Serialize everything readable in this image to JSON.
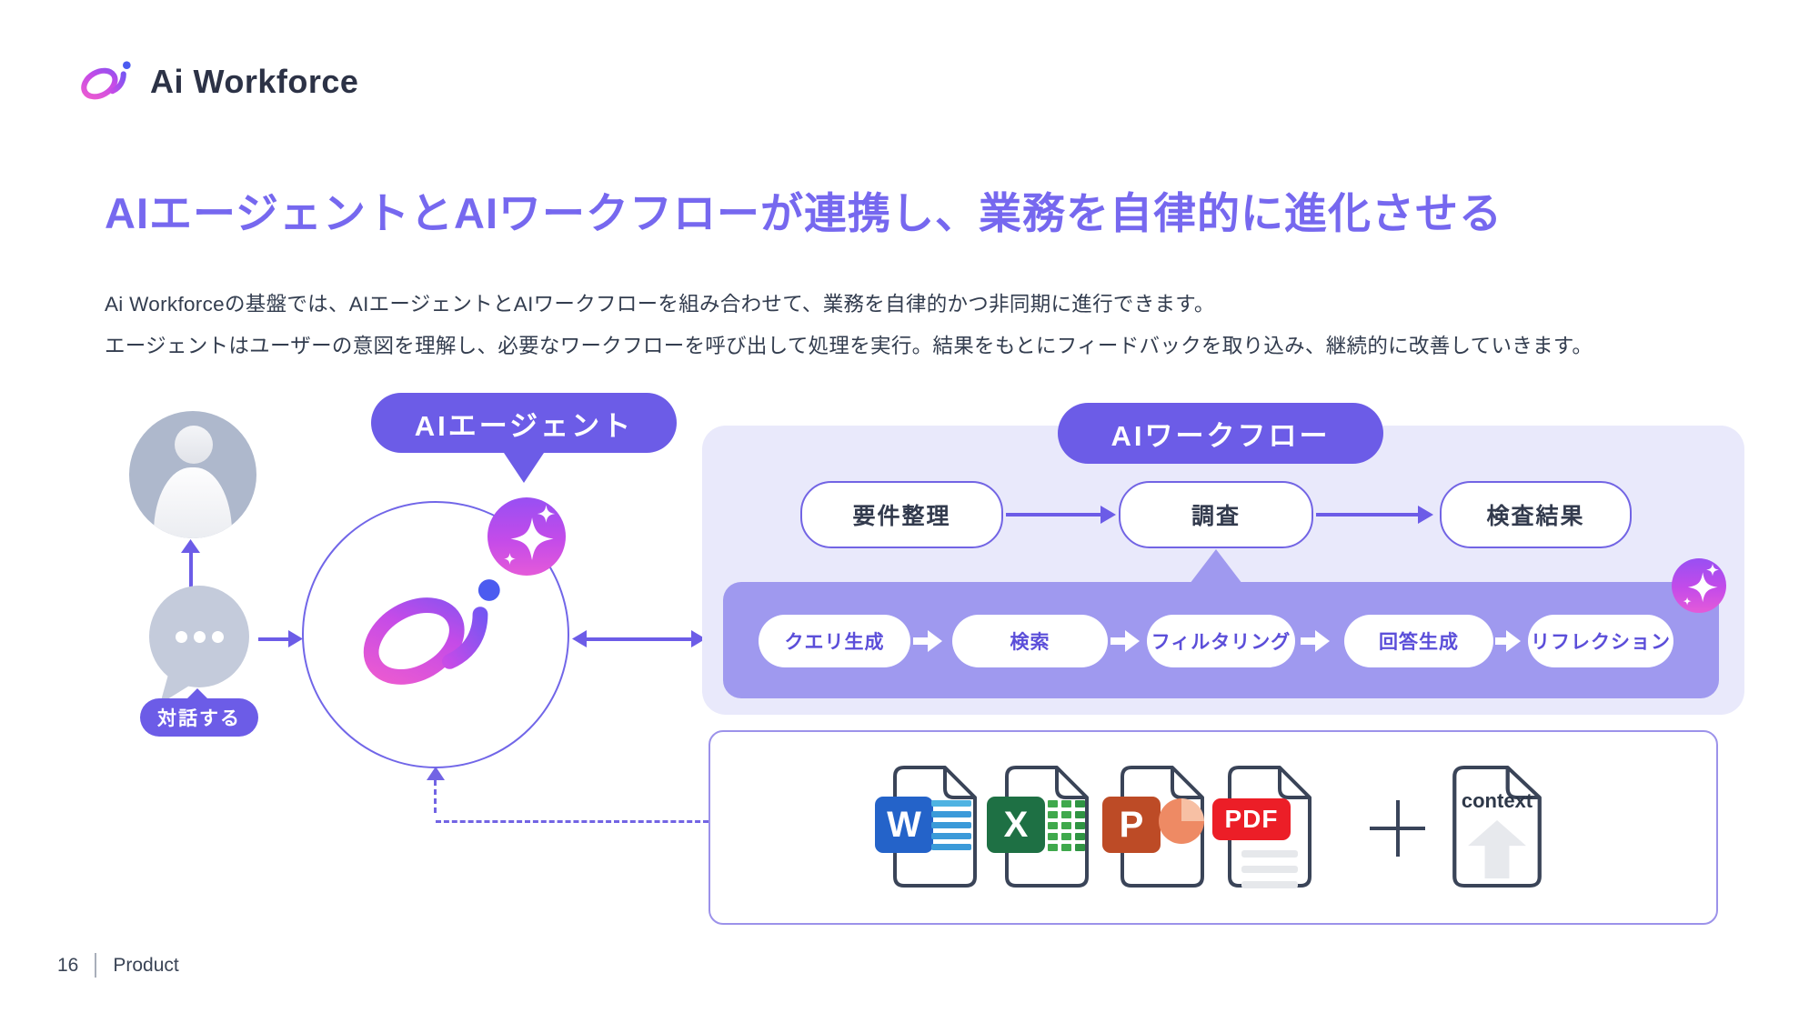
{
  "slide": {
    "brand": "Ai Workforce",
    "title": "AIエージェントとAIワークフローが連携し、業務を自律的に進化させる",
    "description": [
      "Ai Workforceの基盤では、AIエージェントとAIワークフローを組み合わせて、業務を自律的かつ非同期に進行できます。",
      "エージェントはユーザーの意図を理解し、必要なワークフローを呼び出して処理を実行。結果をもとにフィードバックを取り込み、継続的に改善していきます。"
    ],
    "footer": {
      "page_number": "16",
      "section": "Product"
    }
  },
  "agent": {
    "label": "AIエージェント",
    "dialog_label": "対話する"
  },
  "workflow": {
    "label": "AIワークフロー",
    "main_steps": [
      "要件整理",
      "調査",
      "検査結果"
    ],
    "sub_steps": [
      "クエリ生成",
      "検索",
      "フィルタリング",
      "回答生成",
      "リフレクション"
    ]
  },
  "documents": {
    "word_letter": "W",
    "excel_letter": "X",
    "powerpoint_letter": "P",
    "pdf_label": "PDF",
    "plus_sign": "+",
    "context_label": "context"
  },
  "colors": {
    "accent_purple": "#6C5CE7",
    "heading_purple": "#7668EF",
    "panel_lavender": "#E9E9FB",
    "band_purple": "#9F99EF",
    "text_dark": "#333D4F",
    "word_blue": "#2463C9",
    "excel_green": "#1E7044",
    "powerpoint_orange": "#BD4B26",
    "pdf_red": "#EC1E27"
  }
}
